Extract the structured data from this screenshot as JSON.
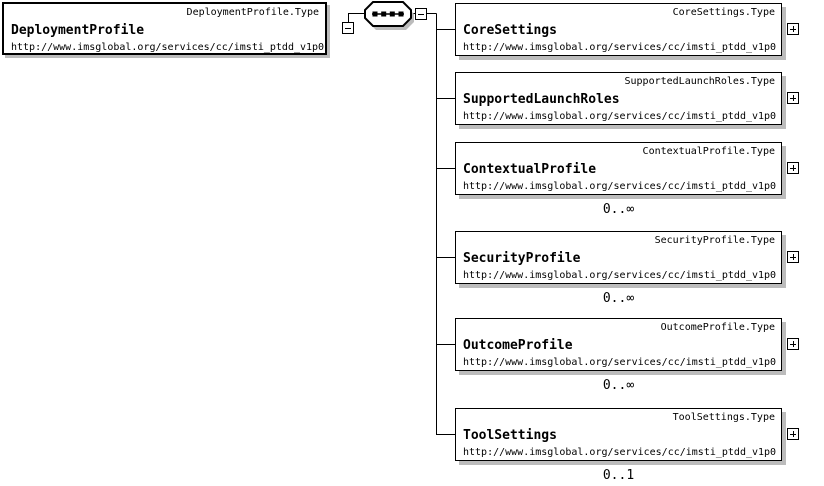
{
  "root_element": {
    "type_label": "DeploymentProfile.Type",
    "name": "DeploymentProfile",
    "namespace": "http://www.imsglobal.org/services/cc/imsti_ptdd_v1p0",
    "expand_state": "expanded"
  },
  "compositor": {
    "kind": "sequence",
    "expand_state": "expanded"
  },
  "child_elements": [
    {
      "type_label": "CoreSettings.Type",
      "name": "CoreSettings",
      "namespace": "http://www.imsglobal.org/services/cc/imsti_ptdd_v1p0",
      "occurrence": "",
      "expand_state": "collapsed"
    },
    {
      "type_label": "SupportedLaunchRoles.Type",
      "name": "SupportedLaunchRoles",
      "namespace": "http://www.imsglobal.org/services/cc/imsti_ptdd_v1p0",
      "occurrence": "",
      "expand_state": "collapsed"
    },
    {
      "type_label": "ContextualProfile.Type",
      "name": "ContextualProfile",
      "namespace": "http://www.imsglobal.org/services/cc/imsti_ptdd_v1p0",
      "occurrence": "0..∞",
      "expand_state": "collapsed"
    },
    {
      "type_label": "SecurityProfile.Type",
      "name": "SecurityProfile",
      "namespace": "http://www.imsglobal.org/services/cc/imsti_ptdd_v1p0",
      "occurrence": "0..∞",
      "expand_state": "collapsed"
    },
    {
      "type_label": "OutcomeProfile.Type",
      "name": "OutcomeProfile",
      "namespace": "http://www.imsglobal.org/services/cc/imsti_ptdd_v1p0",
      "occurrence": "0..∞",
      "expand_state": "collapsed"
    },
    {
      "type_label": "ToolSettings.Type",
      "name": "ToolSettings",
      "namespace": "http://www.imsglobal.org/services/cc/imsti_ptdd_v1p0",
      "occurrence": "0..1",
      "expand_state": "collapsed"
    }
  ],
  "colors": {
    "line": "#000000",
    "box_fill": "#ffffff",
    "shadow": "#bcbcbc",
    "text": "#000000"
  }
}
